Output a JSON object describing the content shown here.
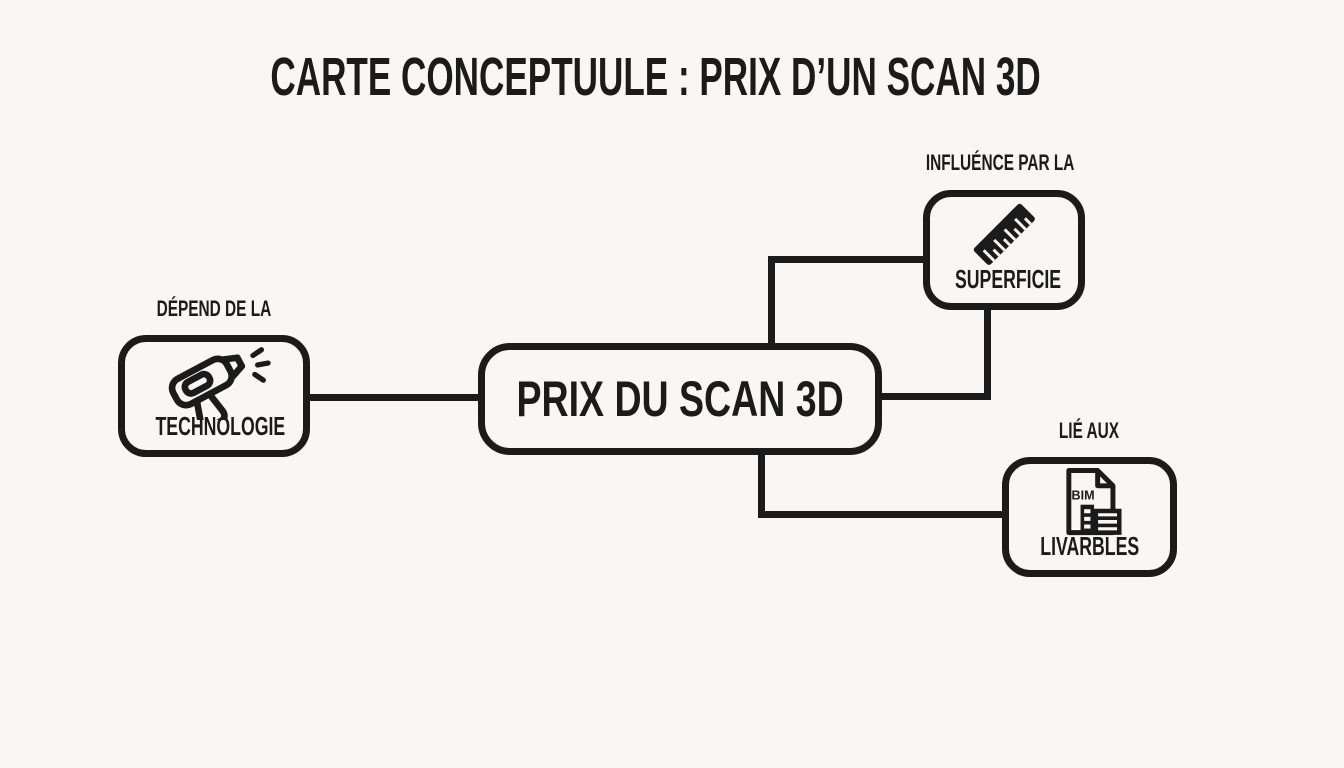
{
  "title": "CARTE CONCEPTUULE : PRIX D’UN SCAN 3D",
  "colors": {
    "ink": "#1b1b1b",
    "background": "#f8f7f5"
  },
  "center": {
    "label": "PRIX DU SCAN 3D"
  },
  "branches": {
    "technologie": {
      "relation": "DÉPEND DE LA",
      "label": "TECHNOLOGIE",
      "icon": "scanner-gun-icon"
    },
    "superficie": {
      "relation": "INFLUÉNCE PAR LA",
      "label": "SUPERFICIE",
      "icon": "ruler-icon"
    },
    "livrables": {
      "relation": "LIÉ AUX",
      "label": "LIVARBLES",
      "icon": "bim-document-icon",
      "icon_text": "BIM"
    }
  }
}
